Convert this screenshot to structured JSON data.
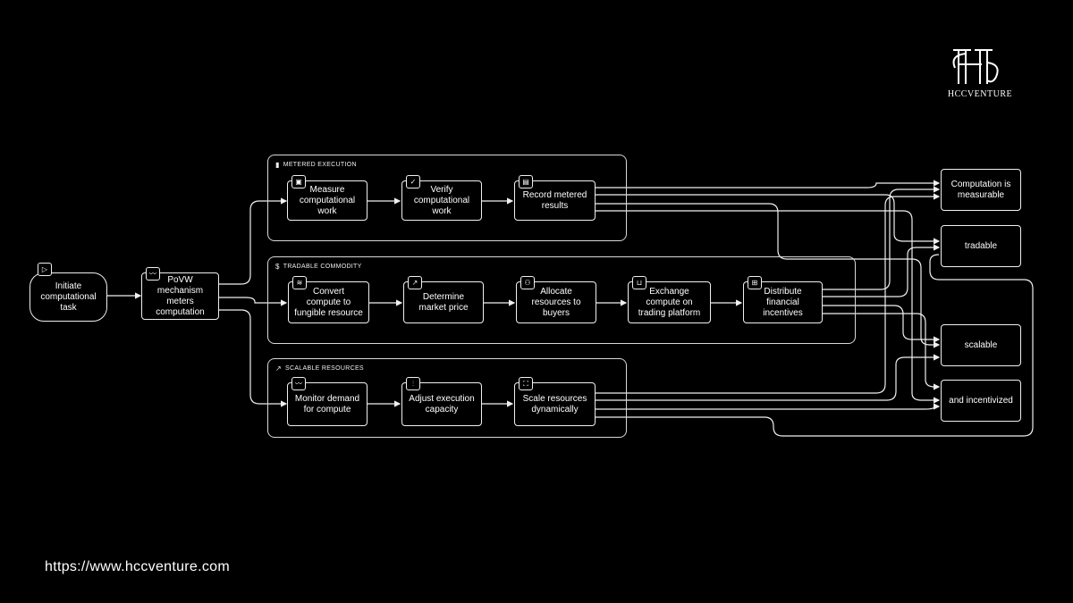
{
  "logo": {
    "text": "HCCVENTURE"
  },
  "url": "https://www.hccventure.com",
  "start": {
    "label": "Initiate\ncomputational\ntask",
    "icon": "play-icon"
  },
  "mechanism": {
    "label": "PoVW\nmechanism\nmeters\ncomputation",
    "icon": "activity-icon"
  },
  "groups": {
    "metered": {
      "title": "METERED EXECUTION",
      "icon": "bar-chart-icon",
      "steps": [
        {
          "label": "Measure\ncomputational\nwork",
          "icon": "cpu-icon"
        },
        {
          "label": "Verify\ncomputational\nwork",
          "icon": "check-square-icon"
        },
        {
          "label": "Record metered\nresults",
          "icon": "file-icon"
        }
      ]
    },
    "tradable": {
      "title": "TRADABLE COMMODITY",
      "icon": "dollar-icon",
      "steps": [
        {
          "label": "Convert\ncompute to\nfungible resource",
          "icon": "layers-icon"
        },
        {
          "label": "Determine\nmarket price",
          "icon": "trending-up-icon"
        },
        {
          "label": "Allocate\nresources to\nbuyers",
          "icon": "users-icon"
        },
        {
          "label": "Exchange\ncompute on\ntrading platform",
          "icon": "cart-icon"
        },
        {
          "label": "Distribute\nfinancial\nincentives",
          "icon": "gift-icon"
        }
      ]
    },
    "scalable": {
      "title": "SCALABLE RESOURCES",
      "icon": "trending-up-icon",
      "steps": [
        {
          "label": "Monitor demand\nfor compute",
          "icon": "activity-icon"
        },
        {
          "label": "Adjust execution\ncapacity",
          "icon": "sliders-icon"
        },
        {
          "label": "Scale resources\ndynamically",
          "icon": "maximize-icon"
        }
      ]
    }
  },
  "outcomes": [
    {
      "label": "Computation is\nmeasurable"
    },
    {
      "label": "tradable"
    },
    {
      "label": "scalable"
    },
    {
      "label": "and incentivized"
    }
  ]
}
